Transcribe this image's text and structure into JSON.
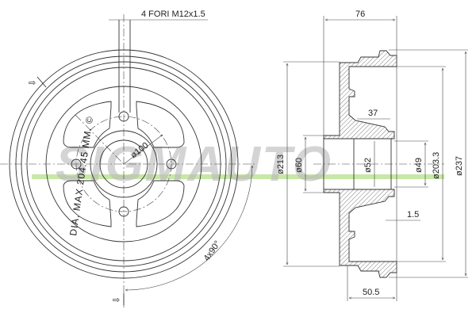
{
  "front_view": {
    "thread_note": "4 FORI M12x1.5",
    "max_diameter_note": "DIA. MAX 204.45 MM. ©",
    "bolt_circle": "ø100",
    "angle_note": "4x90°"
  },
  "section_view": {
    "width": "76",
    "hub_depth": "37",
    "offset": "1.5",
    "drum_depth": "50.5",
    "d213": "ø213",
    "d60": "ø60",
    "d52": "ø52",
    "d49": "ø49",
    "d203": "ø203.3",
    "d237": "ø237"
  },
  "watermark": {
    "text": "SIGMAUTO",
    "accent_color": "#9fd66a"
  }
}
